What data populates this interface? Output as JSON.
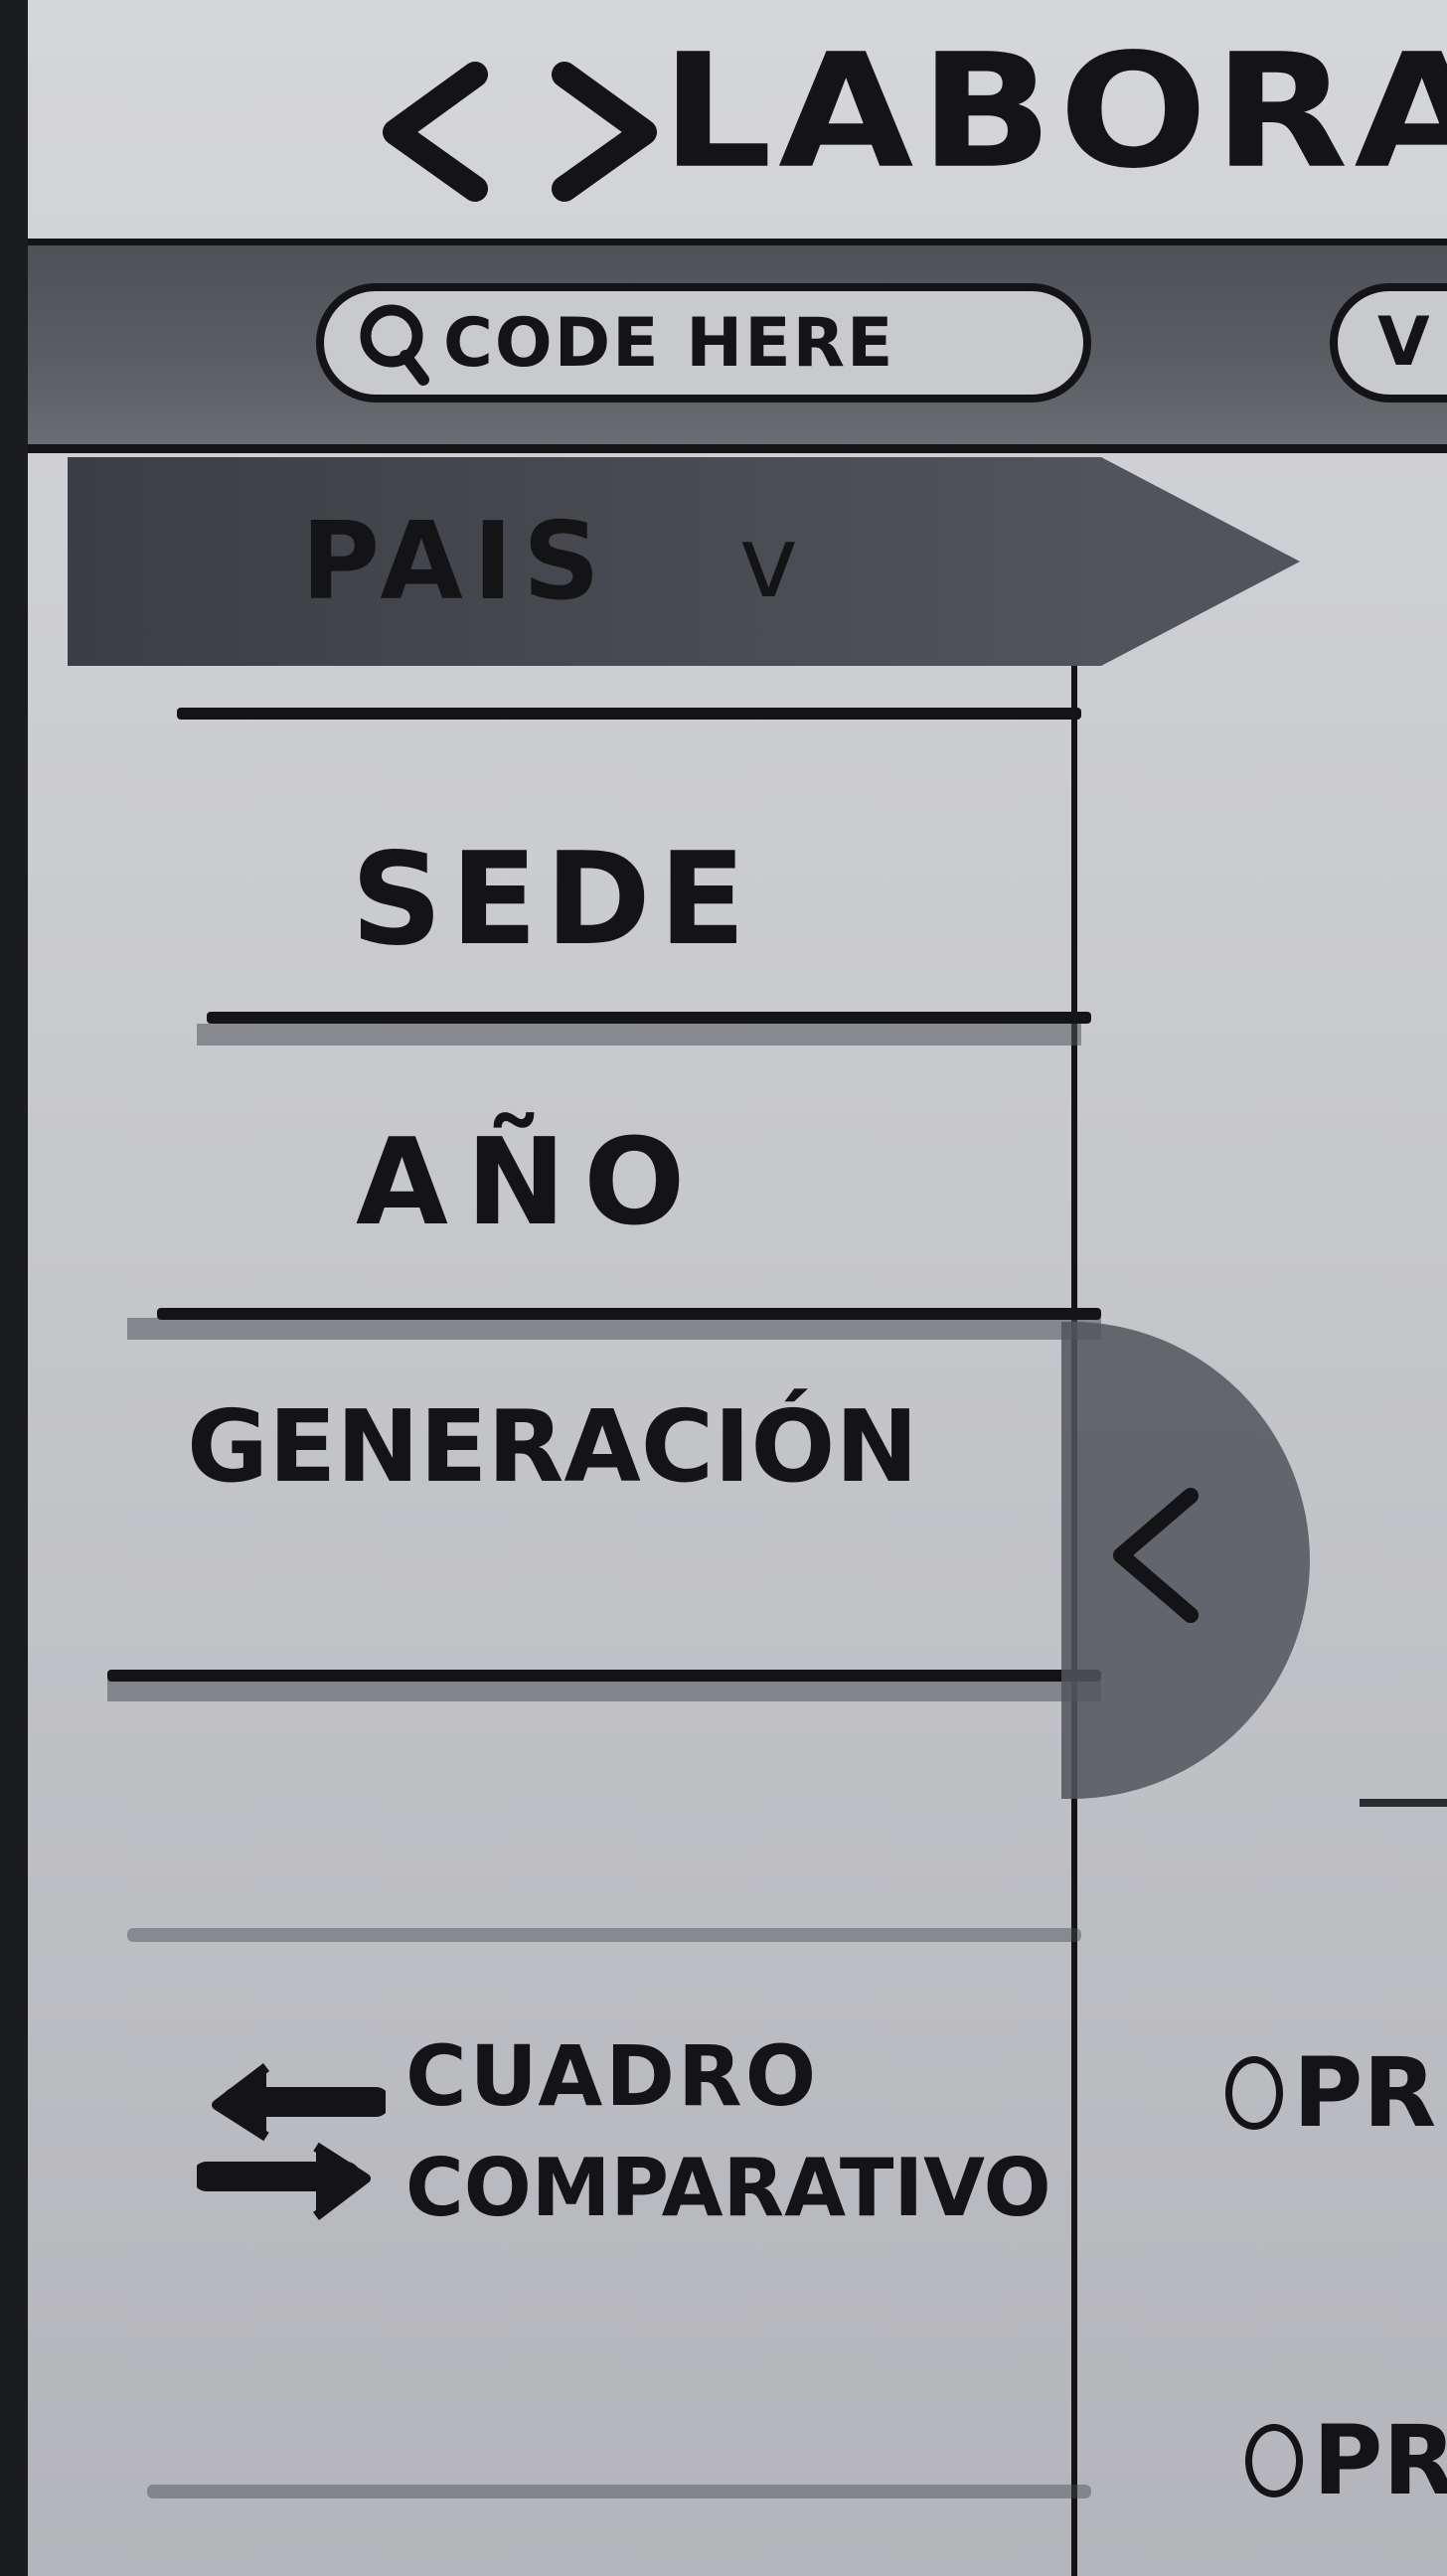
{
  "header": {
    "title": "<>LABORA"
  },
  "topbar": {
    "search_label": "CODE HERE",
    "second_field_text": "V"
  },
  "sidebar": {
    "items": [
      {
        "label": "PAIS",
        "selected": true
      },
      {
        "label": "SEDE"
      },
      {
        "label": "AÑO"
      },
      {
        "label": "GENERACIÓN"
      }
    ],
    "compare": {
      "line1": "CUADRO",
      "line2": "COMPARATIVO"
    }
  },
  "main": {
    "options": [
      {
        "label": "PR"
      },
      {
        "label": "PR"
      }
    ]
  },
  "icons": {
    "nav": [
      "chevron-left-icon",
      "chevron-right-icon"
    ],
    "search": "search-icon",
    "dropdown": "chevron-down-icon",
    "collapse": "chevron-left-icon",
    "compare": "swap-arrows-icon"
  }
}
